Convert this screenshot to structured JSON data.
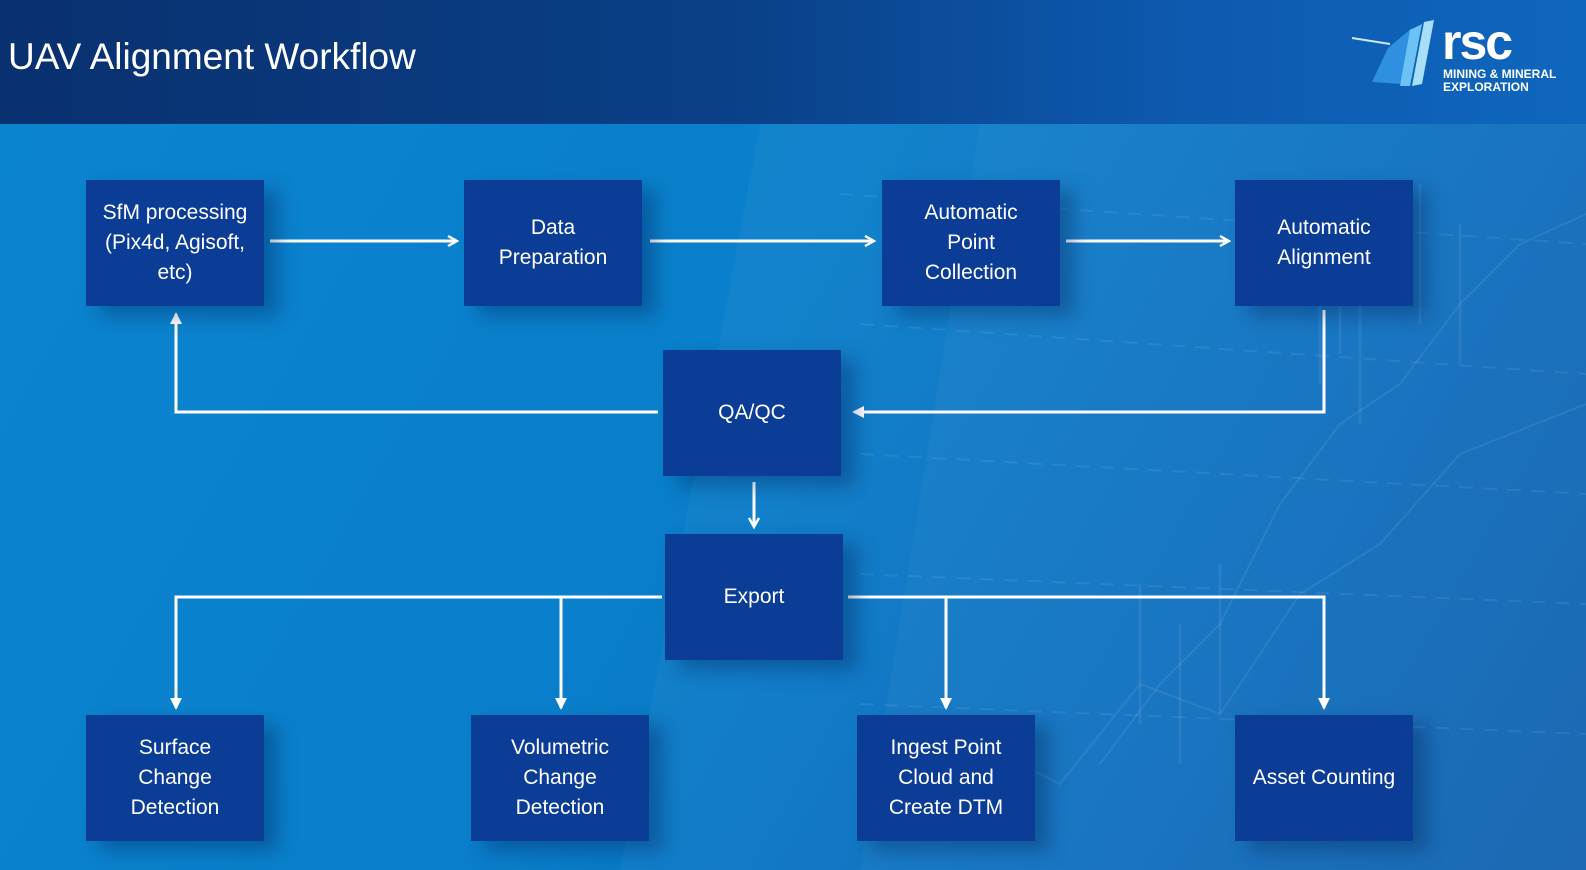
{
  "header": {
    "title": "UAV Alignment Workflow",
    "logo": {
      "name": "rsc",
      "subtitle_line1": "MINING & MINERAL",
      "subtitle_line2": "EXPLORATION"
    }
  },
  "nodes": {
    "sfm": "SfM processing\n(Pix4d, Agisoft,\netc)",
    "data_prep": "Data\nPreparation",
    "auto_point": "Automatic\nPoint\nCollection",
    "auto_align": "Automatic\nAlignment",
    "qaqc": "QA/QC",
    "export": "Export",
    "surface": "Surface\nChange\nDetection",
    "volumetric": "Volumetric\nChange\nDetection",
    "ingest": "Ingest Point\nCloud and\nCreate DTM",
    "asset": "Asset Counting"
  },
  "colors": {
    "box_fill": "#0b3c96",
    "arrow": "#ffffff",
    "header": "#09306f",
    "background": "#0a7fcb"
  }
}
